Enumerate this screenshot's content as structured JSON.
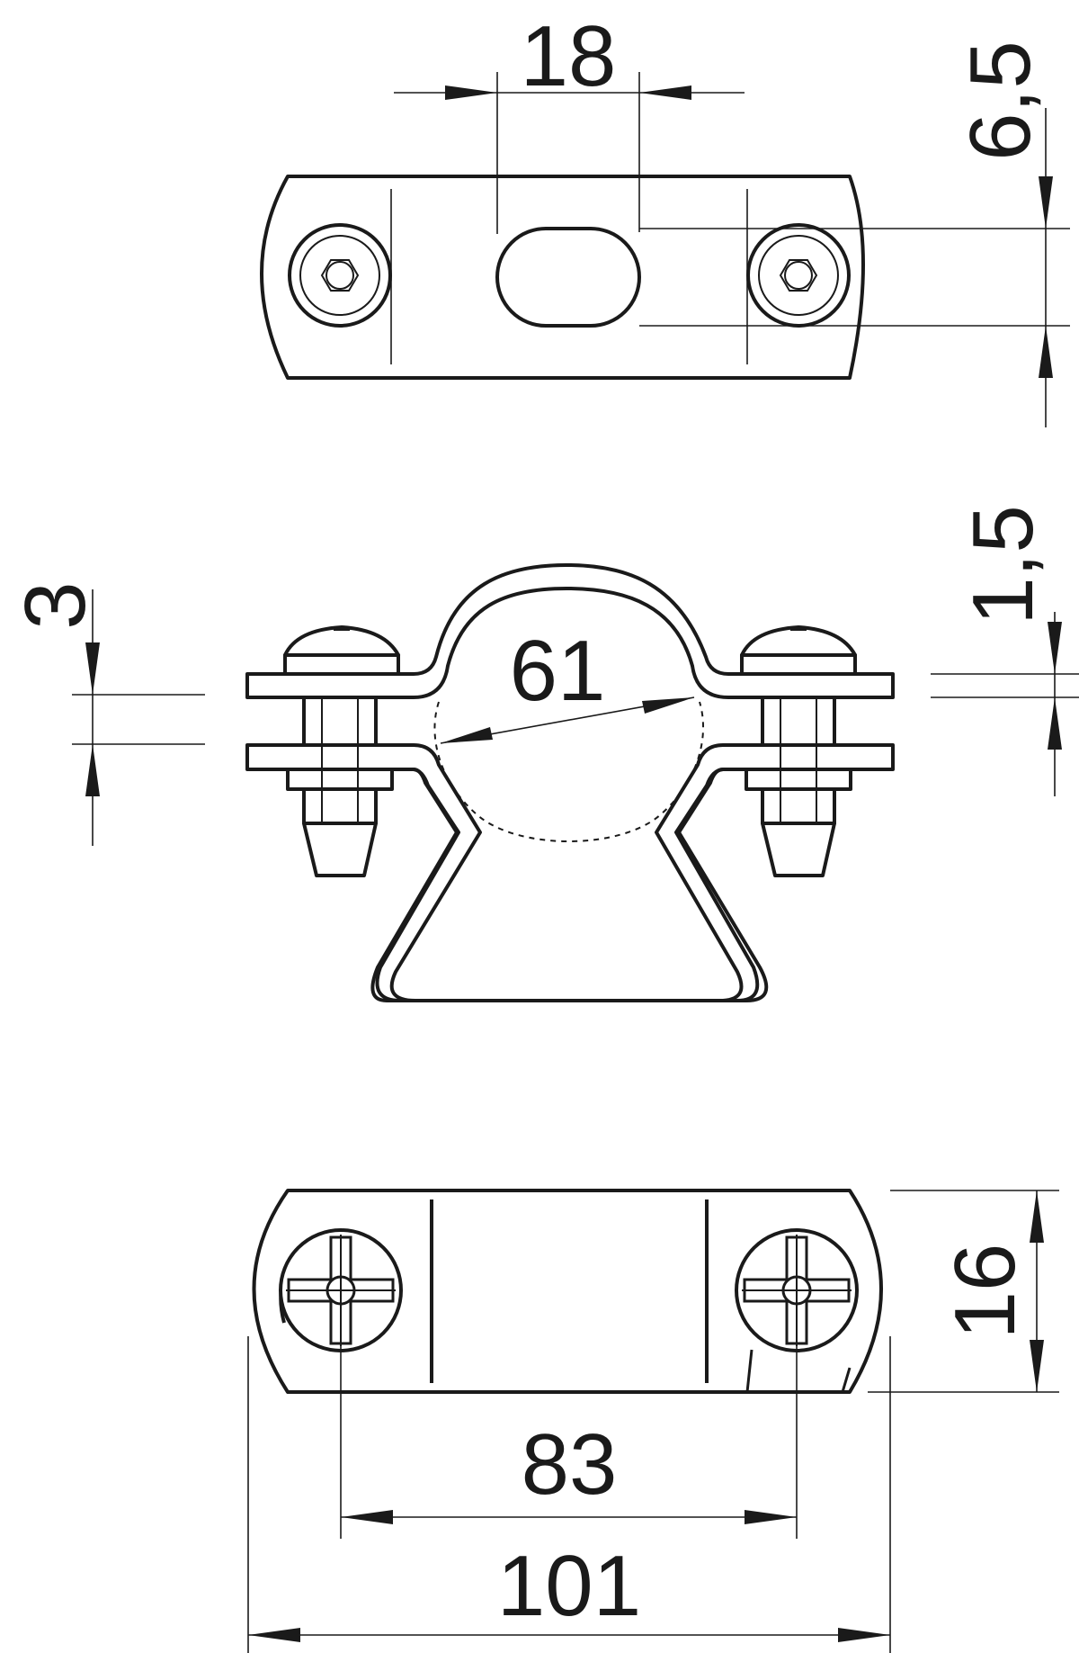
{
  "dimensions": {
    "hole_spacing": "18",
    "slot_width": "6,5",
    "plate_thickness": "3",
    "strip_thickness": "1,5",
    "pipe_diameter": "61",
    "height": "16",
    "screw_distance": "83",
    "overall_length": "101"
  }
}
